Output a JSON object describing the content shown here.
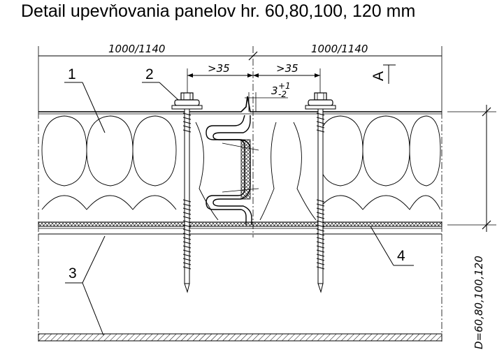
{
  "title": "Detail upevňovania panelov hr. 60,80,100, 120 mm",
  "dimensions": {
    "panel_width_left": "1000/1140",
    "panel_width_right": "1000/1140",
    "screw_offset_left": ">35",
    "screw_offset_right": ">35",
    "joint_gap_base": "3",
    "joint_gap_tol_plus": "+1",
    "joint_gap_tol_minus": "-2",
    "panel_thickness": "D=60,80,100,120"
  },
  "section_marker": "A",
  "callouts": {
    "c1": "1",
    "c2": "2",
    "c3": "3",
    "c4": "4"
  }
}
